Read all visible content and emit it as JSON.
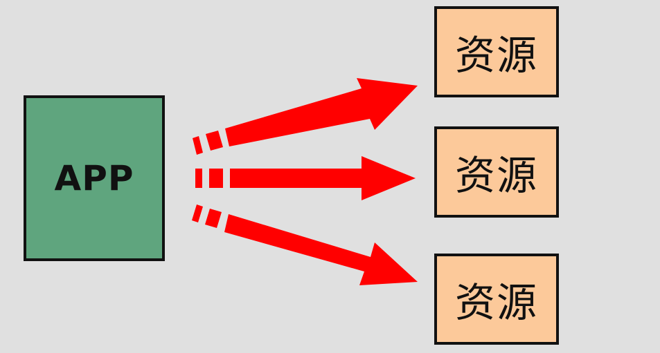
{
  "diagram": {
    "source": {
      "label": "APP",
      "fill_color": "#5fa57e"
    },
    "targets": [
      {
        "label": "资源",
        "fill_color": "#fcc99a"
      },
      {
        "label": "资源",
        "fill_color": "#fcc99a"
      },
      {
        "label": "资源",
        "fill_color": "#fcc99a"
      }
    ],
    "arrow_color": "#ff0000",
    "arrow_style": "dashed-tail",
    "background_color": "#e0e0e0"
  }
}
